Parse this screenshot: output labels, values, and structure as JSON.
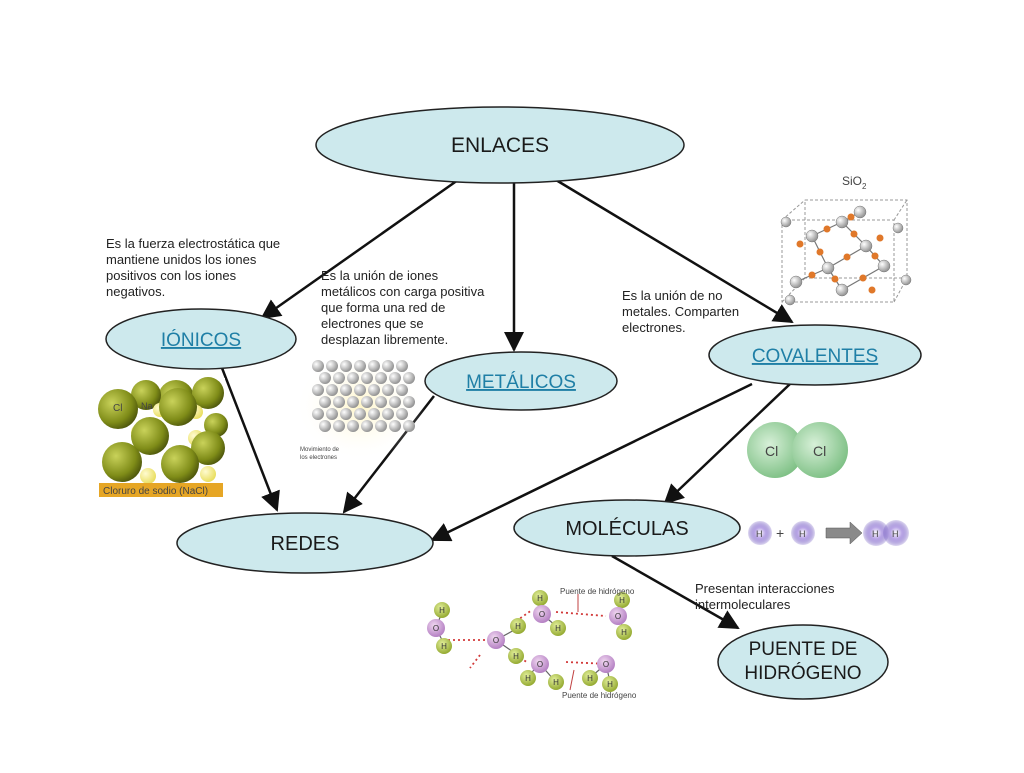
{
  "nodes": {
    "enlaces": "ENLACES",
    "ionicos": "IÓNICOS",
    "metalicos": "METÁLICOS",
    "covalentes": "COVALENTES",
    "redes": "REDES",
    "moleculas": "MOLÉCULAS",
    "puente_1": "PUENTE DE",
    "puente_2": "HIDRÓGENO"
  },
  "descriptions": {
    "ionicos": "Es la fuerza electrostática que mantiene unidos los iones positivos con los iones negativos.",
    "metalicos": "Es la unión de iones metálicos con carga positiva que forma una red de electrones que se desplazan libremente.",
    "covalentes": "Es la unión de no metales. Comparten electrones.",
    "puente": "Presentan interacciones intermoleculares"
  },
  "labels": {
    "sio2_base": "SiO",
    "sio2_sub": "2",
    "nacl_caption": "Cloruro de sodio (NaCl)",
    "ion_cl": "Cl",
    "ion_na": "Na",
    "movimiento": "Movimiento de los electrones",
    "cl_left": "Cl",
    "cl_right": "Cl",
    "h_atom": "H",
    "plus": "+",
    "o_atom": "O",
    "puente_label": "Puente de hidrógeno"
  },
  "colors": {
    "node_fill": "#cde9ed",
    "link_text": "#1f7fa6",
    "nacl_green": "#8c9a1f",
    "nacl_yellow": "#f2ea7e",
    "caption_bg": "#e6a625",
    "cl_green": "#9fd3a3"
  }
}
